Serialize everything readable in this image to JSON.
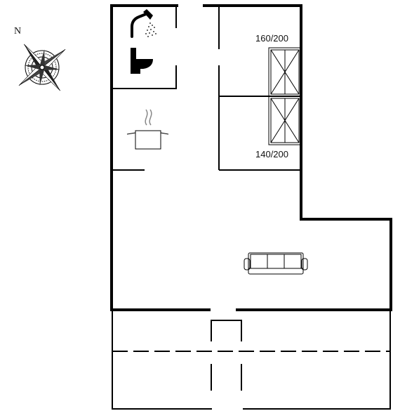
{
  "compass": {
    "north_label": "N",
    "icon": "compass-rose-icon"
  },
  "beds": [
    {
      "label": "160/200"
    },
    {
      "label": "140/200"
    }
  ],
  "icons": {
    "shower": "shower-icon",
    "toilet": "toilet-icon",
    "cooking_pot": "cooking-pot-icon",
    "sofa": "sofa-icon"
  }
}
